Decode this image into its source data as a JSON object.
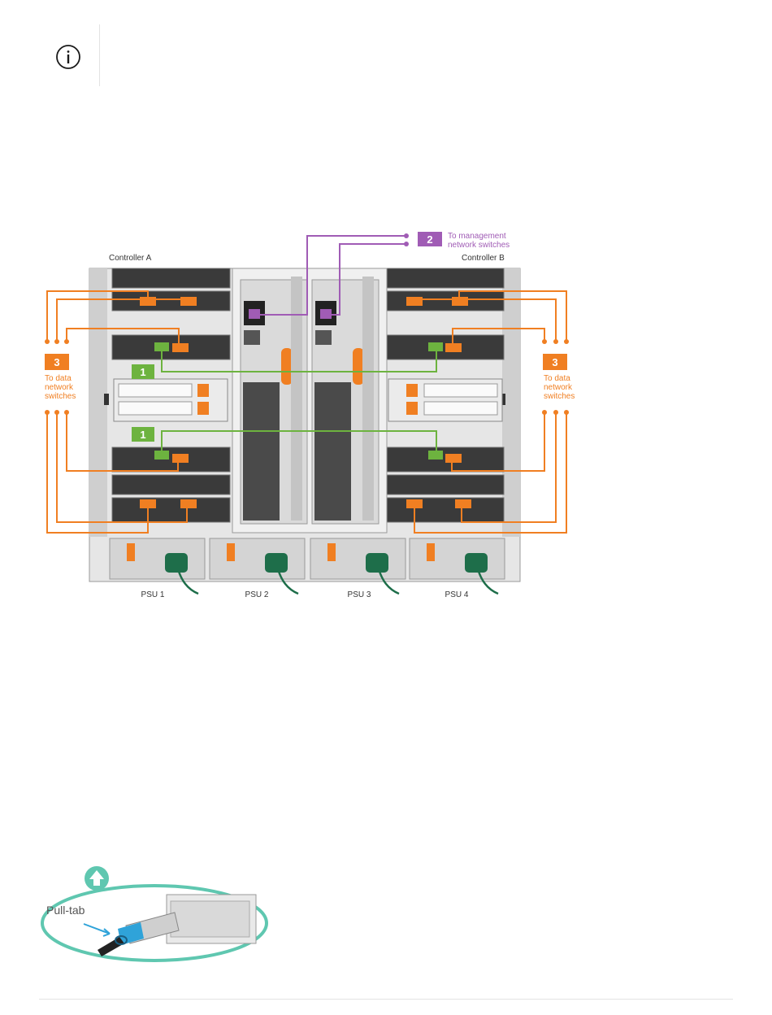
{
  "diagram": {
    "controller_a": "Controller A",
    "controller_b": "Controller B",
    "callout_1": {
      "number": "1"
    },
    "callout_2": {
      "number": "2",
      "line1": "To management",
      "line2": "network switches"
    },
    "callout_3": {
      "number": "3",
      "line1": "To data",
      "line2": "network",
      "line3": "switches"
    },
    "psus": [
      "PSU 1",
      "PSU 2",
      "PSU 3",
      "PSU 4"
    ],
    "colors": {
      "cluster": "#6db33f",
      "management": "#a05cb5",
      "data": "#f07f22",
      "power": "#1e6e4a"
    }
  },
  "pull_tab": {
    "label": "Pull-tab",
    "colors": {
      "frame": "#5fc7b0",
      "connector": "#2fa3d9"
    }
  }
}
